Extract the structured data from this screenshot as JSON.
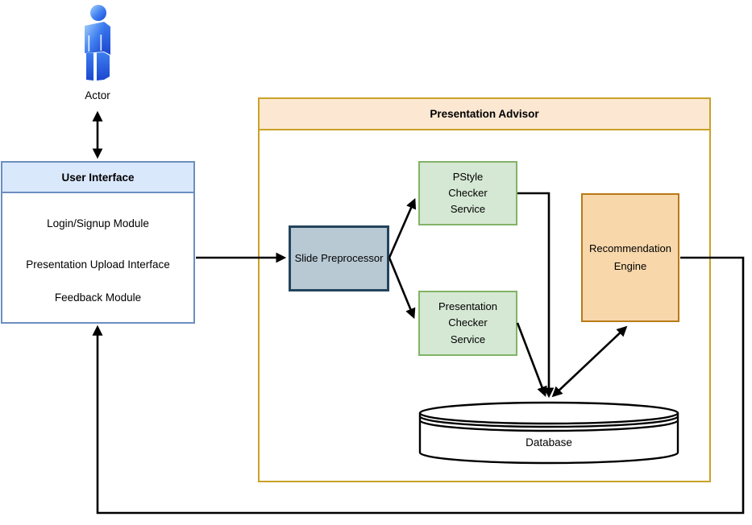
{
  "diagram": {
    "actor": {
      "label": "Actor",
      "icon": "person-3d-icon"
    },
    "user_interface": {
      "title": "User Interface",
      "items": [
        "Login/Signup Module",
        "Presentation Upload Interface",
        "Feedback Module"
      ]
    },
    "presentation_advisor": {
      "title": "Presentation Advisor",
      "nodes": {
        "slide_preprocessor": {
          "label": "Slide Preprocessor"
        },
        "pstyle_checker": {
          "label": "PStyle Checker Service"
        },
        "presentation_checker": {
          "label": "Presentation Checker Service"
        },
        "recommendation_engine": {
          "label": "Recommendation Engine"
        },
        "database": {
          "label": "Database",
          "shape": "cylinder"
        }
      }
    },
    "edges": [
      {
        "from": "actor",
        "to": "user-interface",
        "direction": "both"
      },
      {
        "from": "user-interface",
        "to": "slide-preprocessor",
        "direction": "forward"
      },
      {
        "from": "slide-preprocessor",
        "to": "pstyle-checker",
        "direction": "forward"
      },
      {
        "from": "slide-preprocessor",
        "to": "presentation-checker",
        "direction": "forward"
      },
      {
        "from": "pstyle-checker",
        "to": "database",
        "direction": "forward"
      },
      {
        "from": "presentation-checker",
        "to": "database",
        "direction": "forward"
      },
      {
        "from": "database",
        "to": "recommendation-engine",
        "direction": "both"
      },
      {
        "from": "recommendation-engine",
        "to": "user-interface",
        "direction": "forward"
      }
    ],
    "colors": {
      "ui_fill": "#dae8fc",
      "ui_border": "#6c8ebf",
      "advisor_fill": "#fce8d2",
      "advisor_border": "#c9a227",
      "preprocessor_fill": "#b8c9d4",
      "preprocessor_border": "#23445d",
      "service_fill": "#d5e8d4",
      "service_border": "#82b366",
      "engine_fill": "#f8d7ab",
      "engine_border": "#b87a16",
      "edge_color": "#000000",
      "actor_blue_light": "#a6d1fb",
      "actor_blue_mid": "#3d7ef0",
      "actor_blue_dark": "#1c47cf"
    }
  }
}
